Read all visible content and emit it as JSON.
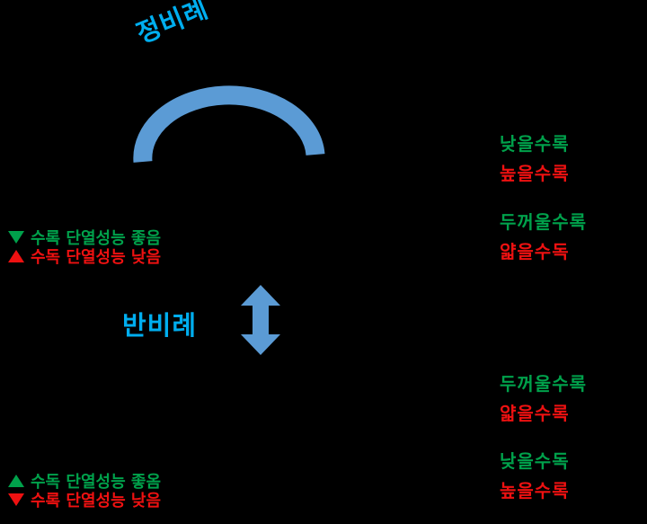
{
  "diagram": {
    "background_color": "#000000",
    "headings": {
      "proportional": "정비례",
      "inverse": "반비례",
      "heading_color": "#00AEEF"
    },
    "colors": {
      "green": "#00A14B",
      "red": "#EE1111",
      "arrow_blue": "#5B9BD5",
      "heading_blue": "#00AEEF"
    },
    "legend_top": {
      "rows": [
        {
          "marker": "triangle-down-icon",
          "text": "수록 단열성능 좋음",
          "color": "#00A14B"
        },
        {
          "marker": "triangle-up-icon",
          "text": "수독 단열성능 낮음",
          "color": "#EE1111"
        }
      ]
    },
    "legend_bottom": {
      "rows": [
        {
          "marker": "triangle-up-icon",
          "text": "수독 단열성능 좋옴",
          "color": "#00A14B"
        },
        {
          "marker": "triangle-down-icon",
          "text": "수록 단열성능 낮음",
          "color": "#EE1111"
        }
      ]
    },
    "notes": [
      {
        "id": "note-1",
        "lines": [
          {
            "text": "낮을수록",
            "color": "#00A14B"
          },
          {
            "text": "높을수록",
            "color": "#EE1111"
          }
        ]
      },
      {
        "id": "note-2",
        "lines": [
          {
            "text": "두꺼울수록",
            "color": "#00A14B"
          },
          {
            "text": "얇을수독",
            "color": "#EE1111"
          }
        ]
      },
      {
        "id": "note-3",
        "lines": [
          {
            "text": "두꺼울수록",
            "color": "#00A14B"
          },
          {
            "text": "얇을수록",
            "color": "#EE1111"
          }
        ]
      },
      {
        "id": "note-4",
        "lines": [
          {
            "text": "낮을수독",
            "color": "#00A14B"
          },
          {
            "text": "높을수록",
            "color": "#EE1111"
          }
        ]
      }
    ],
    "shapes": {
      "arc": {
        "name": "proportional-arc",
        "color": "#5B9BD5"
      },
      "double_arrow": {
        "name": "inverse-double-arrow",
        "color": "#5B9BD5"
      }
    }
  }
}
